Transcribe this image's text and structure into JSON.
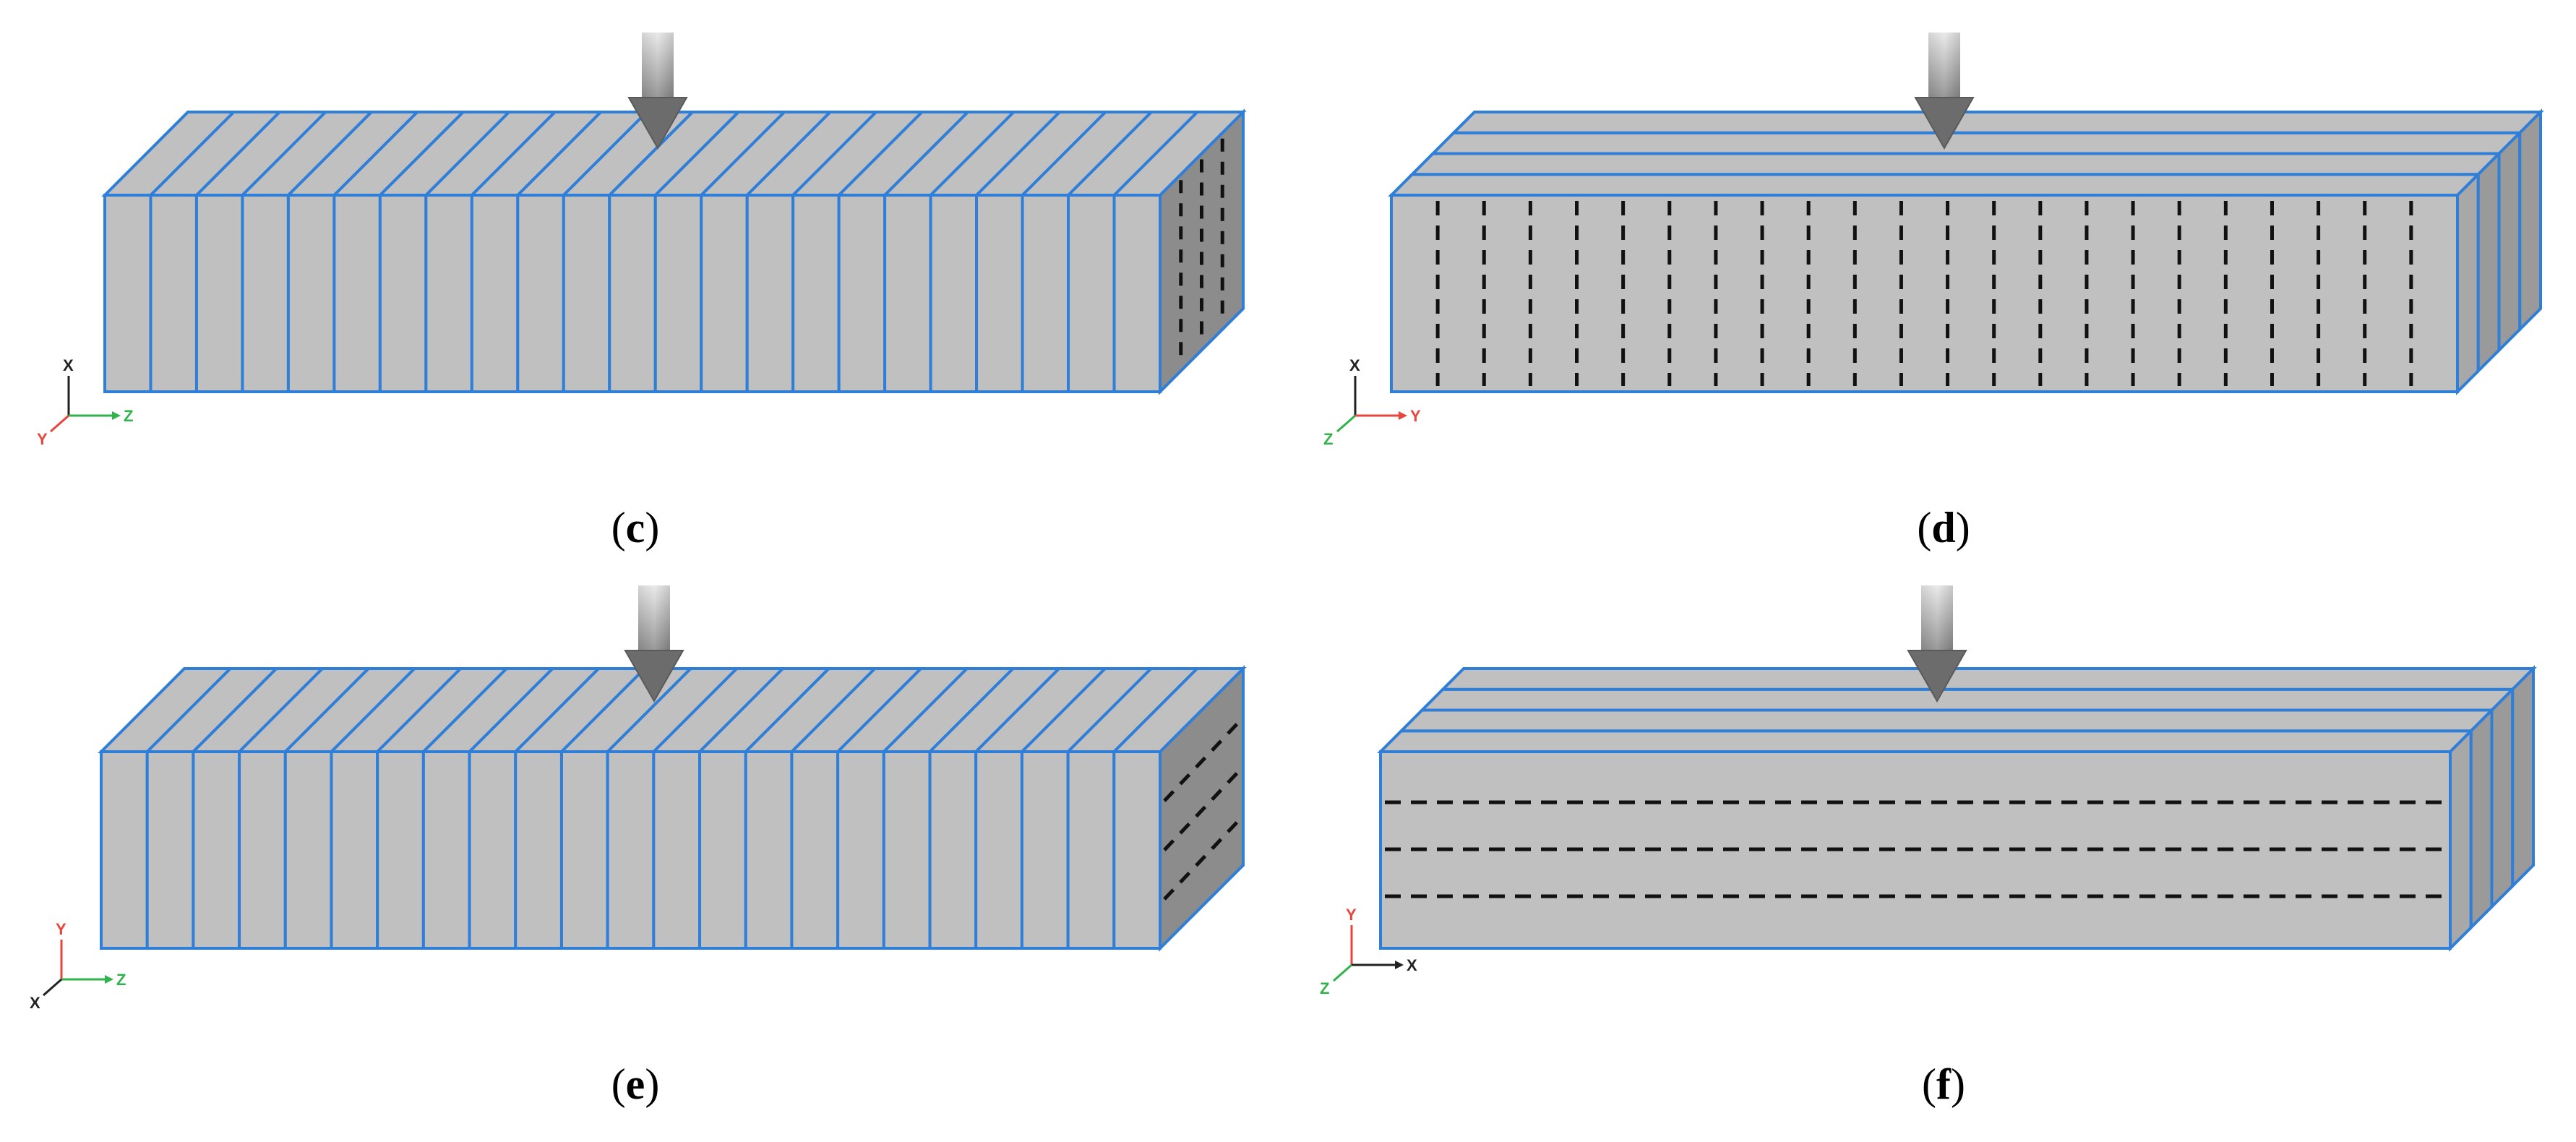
{
  "panels": [
    {
      "id": "c",
      "caption": "c",
      "slice_orientation": "vertical-yz",
      "dash_orientation": "vertical",
      "axes": {
        "up": "X",
        "right": "Z",
        "diag": "Y"
      }
    },
    {
      "id": "d",
      "caption": "d",
      "slice_orientation": "horizontal-layers",
      "dash_orientation": "vertical",
      "axes": {
        "up": "X",
        "right": "Y",
        "diag": "Z"
      }
    },
    {
      "id": "e",
      "caption": "e",
      "slice_orientation": "vertical-yz",
      "dash_orientation": "horizontal",
      "axes": {
        "up": "Y",
        "right": "Z",
        "diag": "X"
      }
    },
    {
      "id": "f",
      "caption": "f",
      "slice_orientation": "horizontal-layers",
      "dash_orientation": "horizontal",
      "axes": {
        "up": "Y",
        "right": "X",
        "diag": "Z"
      }
    }
  ],
  "colors": {
    "block_face": "#c0c0c0",
    "block_side": "#8c8c8c",
    "edge": "#2f7ed8",
    "dash": "#111111",
    "arrow_light": "#f2f2f2",
    "arrow_dark": "#6e6e6e",
    "axis_red": "#e8453c",
    "axis_green": "#2fb34a",
    "axis_black": "#222222"
  },
  "icons": [
    "load-arrow-icon",
    "axis-triad-icon"
  ]
}
